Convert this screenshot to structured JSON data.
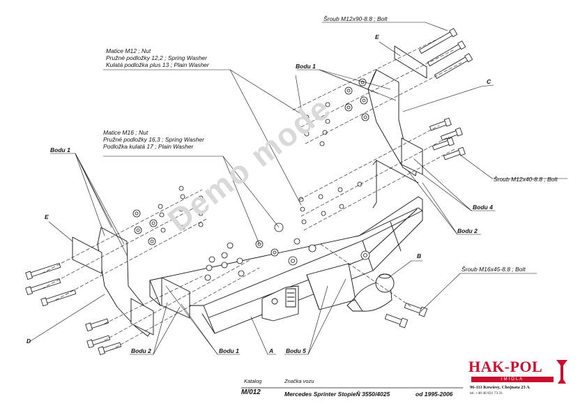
{
  "labels": {
    "bolt_top": "Šroub M12x90-8.8 ;  Bolt",
    "bolt_mid": "Šroub M12x40-8.8 ;  Bolt",
    "bolt_ball": "Šroub M16x45-8.8 ;  Bolt",
    "nut_m12_lines": [
      "Matice  M12 ; Nut",
      "Pružné podložky  12,2 ; Spring Washer",
      "Kulatá podložka plus 13 ; Plain Washer"
    ],
    "nut_m16_lines": [
      "Matice  M16 ; Nut",
      "Pružné podložky  16,3 ; Spring Washer",
      "Podložka kulatá 17 ; Plain Washer"
    ],
    "bodu1_top": "Bodu 1",
    "bodu1_left": "Bodu 1",
    "bodu1_bottom": "Bodu 1",
    "bodu2_bottom": "Bodu 2",
    "bodu2_right": "Bodu 2",
    "bodu4": "Bodu 4",
    "bodu5": "Bodu 5",
    "letter_a": "A",
    "letter_b": "B",
    "letter_c": "C",
    "letter_d": "D",
    "letter_e_top": "E",
    "letter_e_left": "E"
  },
  "watermark": "Demo mode",
  "footer": {
    "katalog_label": "Katalog",
    "katalog_value": "M/012",
    "vehicle_label": "Značka vozu",
    "vehicle_value": "Mercedes Sprinter StopieŇ 3550/4025",
    "years": "od 1995-2006"
  },
  "brand": {
    "name": "HAK-POL",
    "sub": "IMIOLA",
    "address": "96-111 Kowiesy, Chojnata 23 A",
    "phone": "tel. +48 46 831 73 31",
    "color": "#c8102e"
  },
  "colors": {
    "line": "#111111",
    "watermark": "#d9d9d9"
  }
}
